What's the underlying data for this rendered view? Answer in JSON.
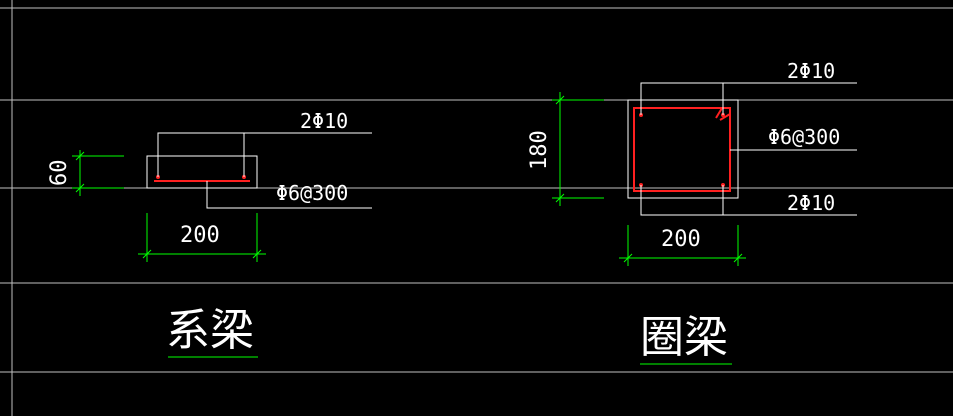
{
  "colors": {
    "background": "#000000",
    "outline": "#ffffff",
    "dimension": "#00ff00",
    "rebar": "#ff2020",
    "grid": "#bfbfbf"
  },
  "tie_beam": {
    "title": "系梁",
    "top_bars": "2Φ10",
    "stirrup": "Φ6@300",
    "width_dim": "200",
    "height_dim": "60"
  },
  "ring_beam": {
    "title": "圈梁",
    "top_bars": "2Φ10",
    "stirrup": "Φ6@300",
    "bottom_bars": "2Φ10",
    "width_dim": "200",
    "height_dim": "180"
  }
}
